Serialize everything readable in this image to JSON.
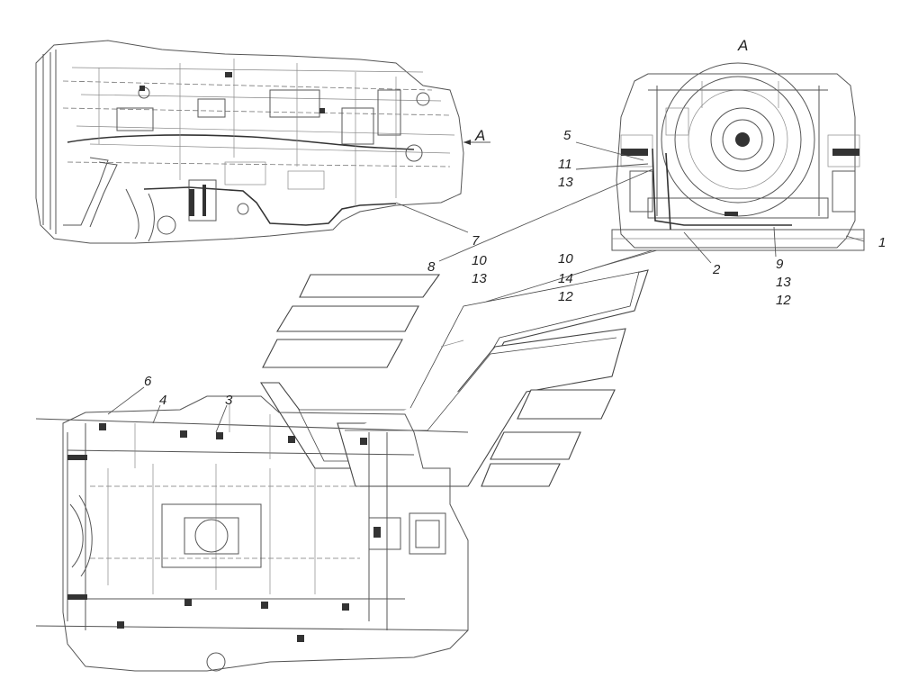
{
  "view_marker": "A",
  "view_title": "A",
  "callouts": {
    "c1": "1",
    "c2": "2",
    "c3": "3",
    "c4": "4",
    "c5": "5",
    "c6": "6",
    "c8": "8",
    "group_11_13": [
      "11",
      "13"
    ],
    "group_7_10_13": [
      "7",
      "10",
      "13"
    ],
    "group_10_14_12": [
      "10",
      "14",
      "12"
    ],
    "group_9_13_12": [
      "9",
      "13",
      "12"
    ]
  },
  "colors": {
    "line": "#555555",
    "heavy": "#333333",
    "background": "#ffffff"
  }
}
